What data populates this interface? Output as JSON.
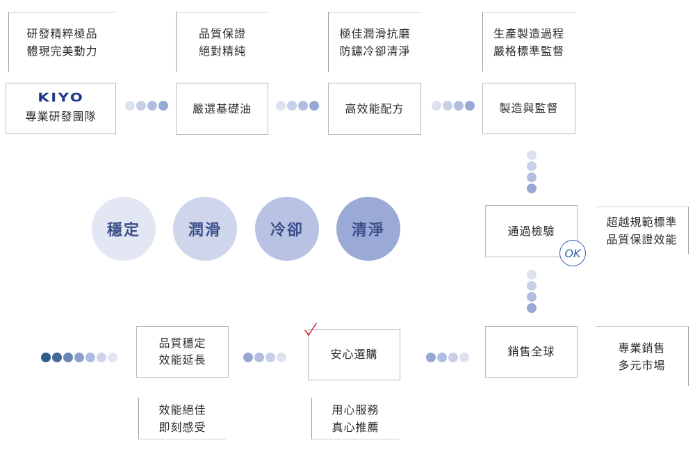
{
  "notes": {
    "rd": [
      "研發精粹極品",
      "體現完美動力"
    ],
    "base_oil": [
      "品質保證",
      "絕對精純"
    ],
    "formula": [
      "極佳潤滑抗磨",
      "防鏽冷卻清淨"
    ],
    "manufacture": [
      "生產製造過程",
      "嚴格標準監督"
    ],
    "inspection": [
      "超越規範標準",
      "品質保證效能"
    ],
    "sales": [
      "專業銷售",
      "多元市場"
    ],
    "stability": [
      "效能絕佳",
      "即刻感受"
    ],
    "purchase": [
      "用心服務",
      "真心推薦"
    ]
  },
  "boxes": {
    "rd": {
      "logo": "KIYO",
      "label": "專業研發團隊"
    },
    "base_oil": {
      "label": "嚴選基礎油"
    },
    "formula": {
      "label": "高效能配方"
    },
    "manufacture": {
      "label": "製造與監督"
    },
    "inspection": {
      "label": "通過檢驗",
      "badge": "OK"
    },
    "sales": {
      "label": "銷售全球"
    },
    "purchase": {
      "label": "安心選購",
      "check": "✓"
    },
    "stability": {
      "label_lines": [
        "品質穩定",
        "效能延長"
      ]
    }
  },
  "circles": [
    "穩定",
    "潤滑",
    "冷卻",
    "清淨"
  ],
  "colors": {
    "dot_light": "#dde1f0",
    "dot_mid": "#c2c9e5",
    "dot_dark": "#9aa7d2",
    "dot_navy": "#2f5e8e",
    "circle1": "#e3e6f3",
    "circle2": "#cfd5eb",
    "circle3": "#b6c0e1",
    "circle4": "#98a8d4",
    "accent": "#2f5fa8"
  }
}
